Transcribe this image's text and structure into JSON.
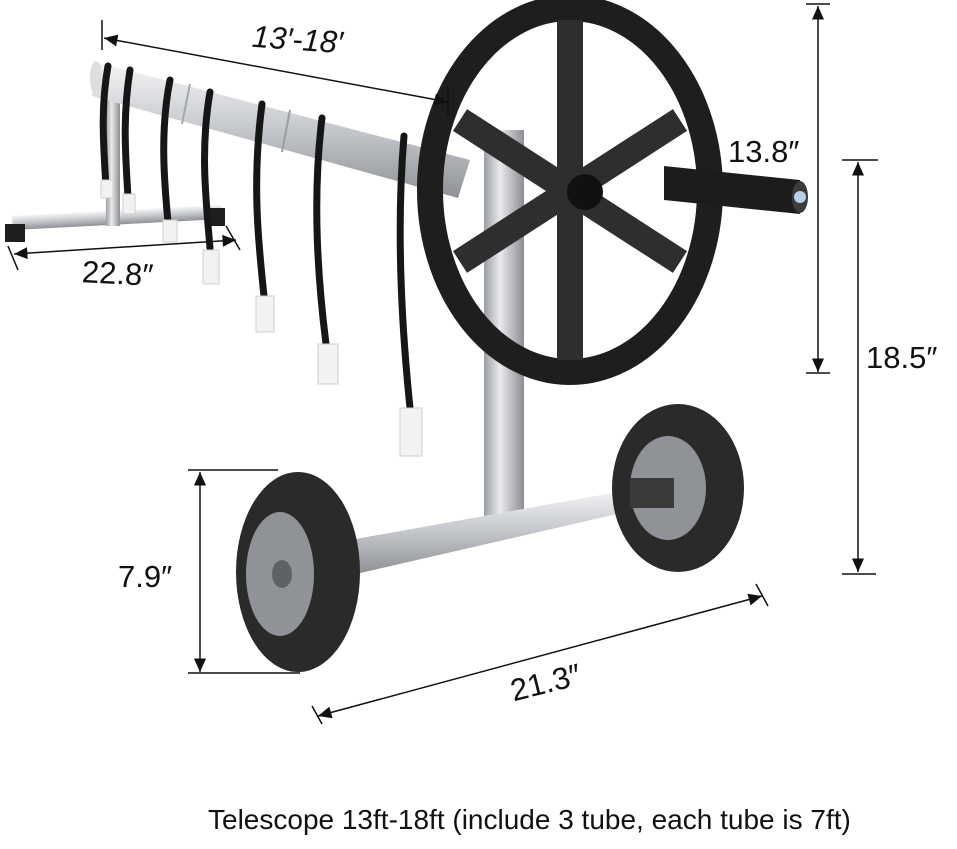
{
  "dimensions": {
    "reel_length": "13′-18′",
    "base_width": "22.8″",
    "handle_height": "13.8″",
    "total_height": "18.5″",
    "wheel_diameter": "7.9″",
    "axle_width": "21.3″"
  },
  "caption": "Telescope 13ft-18ft (include 3 tube, each tube is 7ft)",
  "colors": {
    "tube": "#c9ccd0",
    "wheel": "#2a2a2a",
    "hub": "#8f9398",
    "strap": "#161616",
    "buckle": "#f2f2f2",
    "dimension_line": "#111111"
  }
}
